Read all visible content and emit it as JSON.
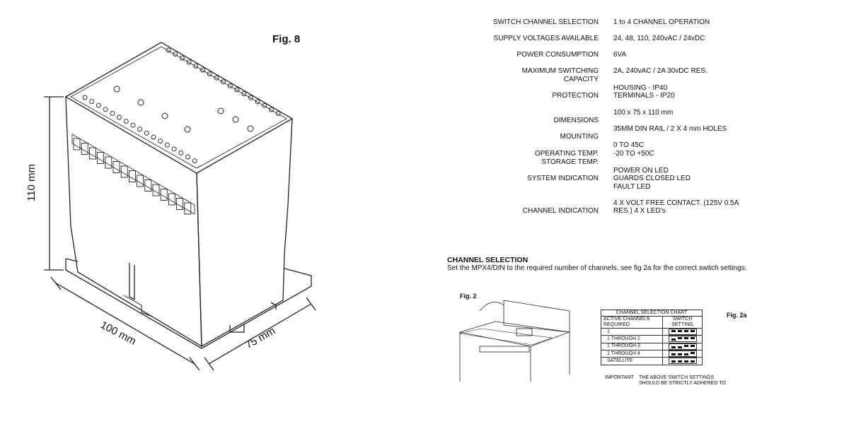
{
  "figures": {
    "fig8": "Fig. 8",
    "fig2": "Fig. 2",
    "fig2a": "Fig. 2a"
  },
  "dimensions": {
    "height": "110 mm",
    "width": "100 mm",
    "depth": "75 mm"
  },
  "specs": {
    "labels": [
      "SWITCH CHANNEL SELECTION",
      "SUPPLY VOLTAGES AVAILABLE",
      "POWER CONSUMPTION",
      "MAXIMUM SWITCHING",
      "CAPACITY",
      "PROTECTION",
      "DIMENSIONS",
      "MOUNTING",
      "OPERATING TEMP.",
      "STORAGE TEMP.",
      "SYSTEM INDICATION",
      "CHANNEL INDICATION"
    ],
    "values": [
      "1  to 4 CHANNEL OPERATION",
      "24, 48, 110, 240vAC / 24vDC",
      "6VA",
      "2A, 240vAC  / 2A 30vDC RES.",
      "HOUSING - IP40",
      "TERMINALS - IP20",
      "100 x 75 x 110 mm",
      "35MM DIN RAIL / 2 X 4 mm  HOLES",
      "0 TO 45C",
      "-20 TO +50C",
      "POWER ON LED",
      "GUARDS CLOSED LED",
      "FAULT LED",
      "4 X VOLT FREE CONTACT. (125V 0.5A",
      "RES.) 4 X LED's"
    ]
  },
  "channel_selection": {
    "heading": "CHANNEL SELECTION",
    "text": "Set the MPX4/DIN to the required number of channels, see fig 2a for the correct switch settings."
  },
  "chart": {
    "title": "CHANNEL SELECTION CHART",
    "col1": [
      "ACTIVE CHANNELS",
      "REQUIRED"
    ],
    "col2": [
      "SWITCH",
      "SETTING"
    ],
    "rows": [
      {
        "label": "1",
        "switches": [
          1,
          1,
          1,
          1
        ]
      },
      {
        "label": "1 THROUGH 2",
        "switches": [
          0,
          1,
          1,
          1
        ]
      },
      {
        "label": "1 THROUGH 3",
        "switches": [
          0,
          0,
          1,
          1
        ]
      },
      {
        "label": "1 THROUGH 4",
        "switches": [
          0,
          0,
          0,
          1
        ]
      },
      {
        "label": "SATELLITE",
        "switches": [
          0,
          0,
          0,
          0
        ]
      }
    ],
    "note_label": "IMPORTANT",
    "note": [
      "THE ABOVE SWITCH SETTINGS",
      "SHOULD BE STRICTLY ADHERED TO."
    ]
  }
}
